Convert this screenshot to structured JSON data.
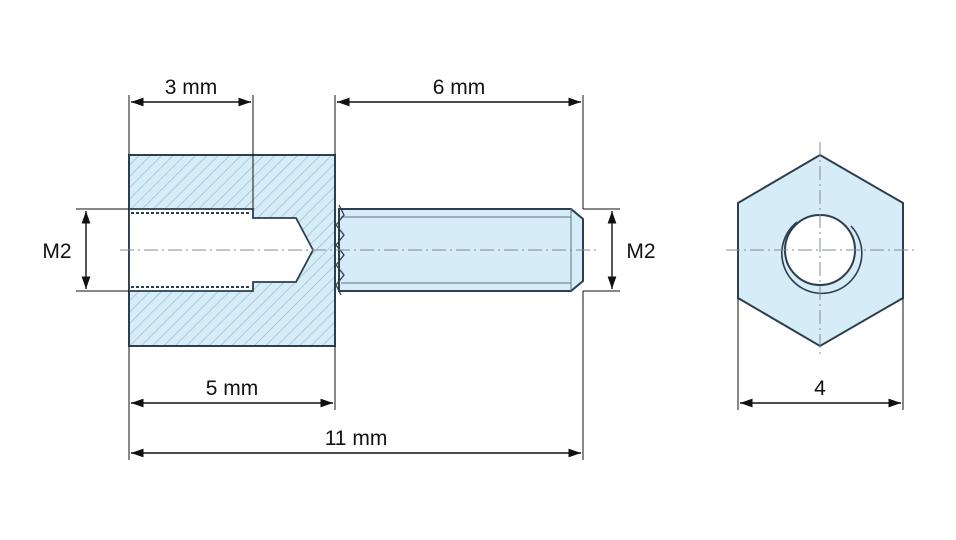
{
  "colors": {
    "body_fill": "#d6ecf6",
    "outline": "#2c3e50",
    "hatch": "#8fb7cc",
    "dimension": "#111111"
  },
  "labels": {
    "socket_depth": "3 mm",
    "thread_length": "6 mm",
    "body_length": "5 mm",
    "total_length": "11 mm",
    "left_thread": "M2",
    "right_thread": "M2",
    "hex_width": "4"
  }
}
